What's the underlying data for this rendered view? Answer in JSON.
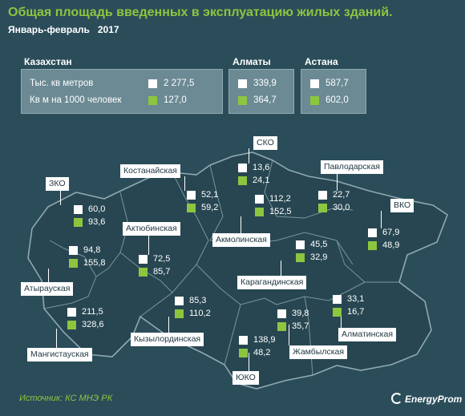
{
  "header": {
    "title": "Общая площадь введенных в эксплуатацию жилых зданий.",
    "period": "Январь-февраль",
    "year": "2017"
  },
  "legend": {
    "sq_m_label": "Тыс. кв метров",
    "per_1000_label": "Кв м на 1000 человек",
    "sq_m_color": "#ffffff",
    "per_1000_color": "#8cc63f"
  },
  "chart_data": {
    "type": "map",
    "title": "Общая площадь введенных в эксплуатацию жилых зданий.",
    "subtitle": "Январь-февраль 2017",
    "series": [
      {
        "name": "Тыс. кв метров",
        "color": "#ffffff"
      },
      {
        "name": "Кв м на 1000 человек",
        "color": "#8cc63f"
      }
    ],
    "summary": [
      {
        "name": "Казахстан",
        "sq_m": "2 277,5",
        "per_1000": "127,0"
      },
      {
        "name": "Алматы",
        "sq_m": "339,9",
        "per_1000": "364,7"
      },
      {
        "name": "Астана",
        "sq_m": "587,7",
        "per_1000": "602,0"
      }
    ],
    "regions": [
      {
        "name": "СКО",
        "sq_m": "13,6",
        "per_1000": "24,1"
      },
      {
        "name": "Костанайская",
        "sq_m": "52,1",
        "per_1000": "59,2"
      },
      {
        "name": "Павлодарская",
        "sq_m": "22,7",
        "per_1000": "30,0"
      },
      {
        "name": "ЗКО",
        "sq_m": "60,0",
        "per_1000": "93,6"
      },
      {
        "name": "Акмолинская",
        "sq_m": "112,2",
        "per_1000": "152,5"
      },
      {
        "name": "ВКО",
        "sq_m": "67,9",
        "per_1000": "48,9"
      },
      {
        "name": "Актюбинская",
        "sq_m": "72,5",
        "per_1000": "85,7"
      },
      {
        "name": "Атырауская",
        "sq_m": "94,8",
        "per_1000": "155,8"
      },
      {
        "name": "Карагандинская",
        "sq_m": "45,5",
        "per_1000": "32,9"
      },
      {
        "name": "Кызылординская",
        "sq_m": "85,3",
        "per_1000": "110,2"
      },
      {
        "name": "Мангистауская",
        "sq_m": "211,5",
        "per_1000": "328,6"
      },
      {
        "name": "Жамбылская",
        "sq_m": "39,8",
        "per_1000": "35,7"
      },
      {
        "name": "Алматинская",
        "sq_m": "33,1",
        "per_1000": "16,7"
      },
      {
        "name": "ЮКО",
        "sq_m": "138,9",
        "per_1000": "48,2"
      }
    ]
  },
  "footer": {
    "source": "Источник: КС МНЭ РК",
    "brand": "EnergyProm"
  }
}
